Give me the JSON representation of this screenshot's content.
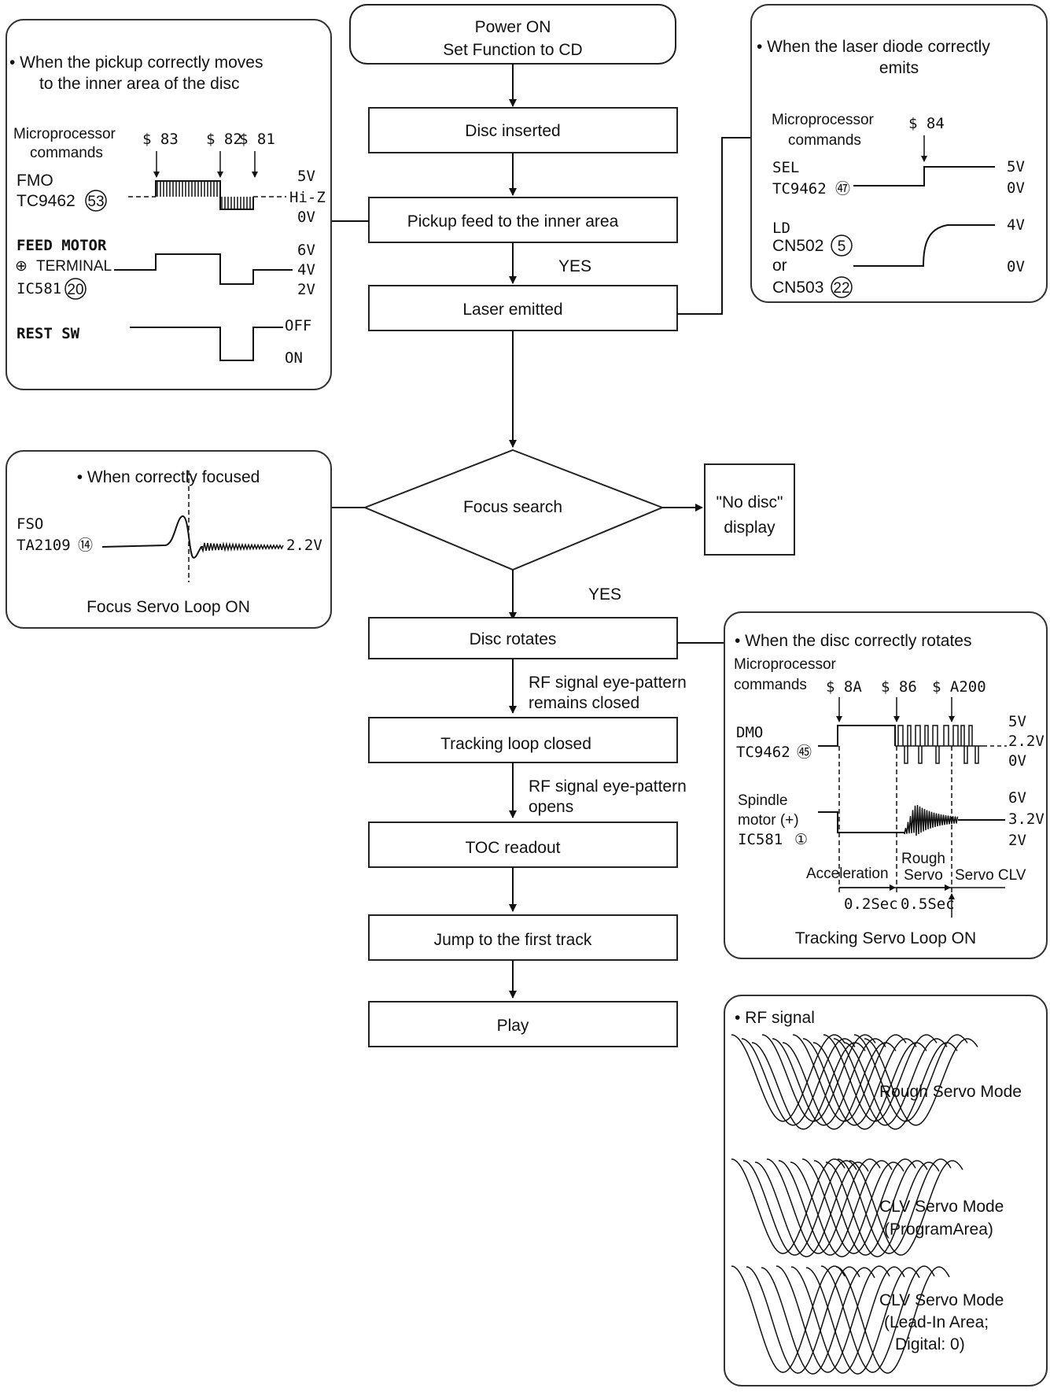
{
  "flow": {
    "power_on": [
      "Power ON",
      "Set Function to CD"
    ],
    "disc_inserted": "Disc inserted",
    "pickup_feed": "Pickup feed to the inner area",
    "yes1": "YES",
    "laser_emitted": "Laser emitted",
    "focus_search": "Focus search",
    "no_disc": [
      "\"No disc\"",
      "display"
    ],
    "yes2": "YES",
    "disc_rotates": "Disc rotates",
    "rf_closed": [
      "RF signal eye-pattern",
      "remains closed"
    ],
    "tracking_closed": "Tracking loop closed",
    "rf_opens": [
      "RF signal eye-pattern",
      "opens"
    ],
    "toc_readout": "TOC readout",
    "jump_first": "Jump to the first track",
    "play": "Play"
  },
  "panel_pickup": {
    "title": [
      "• When the pickup correctly moves",
      "to the inner area of the disc"
    ],
    "mp_label": [
      "Microprocessor",
      "commands"
    ],
    "cmds": [
      "$ 83",
      "$ 82",
      "$ 81"
    ],
    "fmo": [
      "FMO",
      "TC9462"
    ],
    "fmo_pin": "53",
    "fmo_levels": [
      "5V",
      "Hi-Z",
      "0V"
    ],
    "feed": [
      "FEED MOTOR",
      "TERMINAL",
      "IC581"
    ],
    "feed_plus": "⊕",
    "feed_pin": "20",
    "feed_levels": [
      "6V",
      "4V",
      "2V"
    ],
    "rest": "REST SW",
    "rest_levels": [
      "OFF",
      "ON"
    ]
  },
  "panel_laser": {
    "title": [
      "• When the laser diode correctly",
      "emits"
    ],
    "mp_label": [
      "Microprocessor",
      "commands"
    ],
    "cmd": "$ 84",
    "sel": [
      "SEL",
      "TC9462"
    ],
    "sel_pin": "㊼",
    "sel_levels": [
      "5V",
      "0V"
    ],
    "ld": [
      "LD",
      "CN502",
      "or",
      "CN503"
    ],
    "ld_pins": [
      "5",
      "22"
    ],
    "ld_levels": [
      "4V",
      "0V"
    ]
  },
  "panel_focus": {
    "title": "• When correctly focused",
    "fso": [
      "FSO",
      "TA2109"
    ],
    "fso_pin": "⑭",
    "level": "2.2V",
    "footer": "Focus Servo Loop ON"
  },
  "panel_disc": {
    "title": "• When the disc correctly rotates",
    "mp_label": [
      "Microprocessor",
      "commands"
    ],
    "cmds": [
      "$ 8A",
      "$ 86",
      "$ A200"
    ],
    "dmo": [
      "DMO",
      "TC9462"
    ],
    "dmo_pin": "㊺",
    "dmo_levels": [
      "5V",
      "2.2V",
      "0V"
    ],
    "spindle": [
      "Spindle",
      "motor (+)",
      "IC581"
    ],
    "spindle_pin": "①",
    "spindle_levels": [
      "6V",
      "3.2V",
      "2V"
    ],
    "phases": [
      "Acceleration",
      "Rough",
      "Servo",
      "Servo CLV"
    ],
    "times": [
      "0.2Sec",
      "0.5Sec"
    ],
    "footer": "Tracking Servo Loop ON"
  },
  "panel_rf": {
    "title": "• RF signal",
    "modes": [
      [
        "Rough Servo Mode"
      ],
      [
        "CLV Servo Mode",
        "(ProgramArea)"
      ],
      [
        "CLV Servo Mode",
        "(Lead-In Area;",
        "Digital: 0)"
      ]
    ]
  }
}
